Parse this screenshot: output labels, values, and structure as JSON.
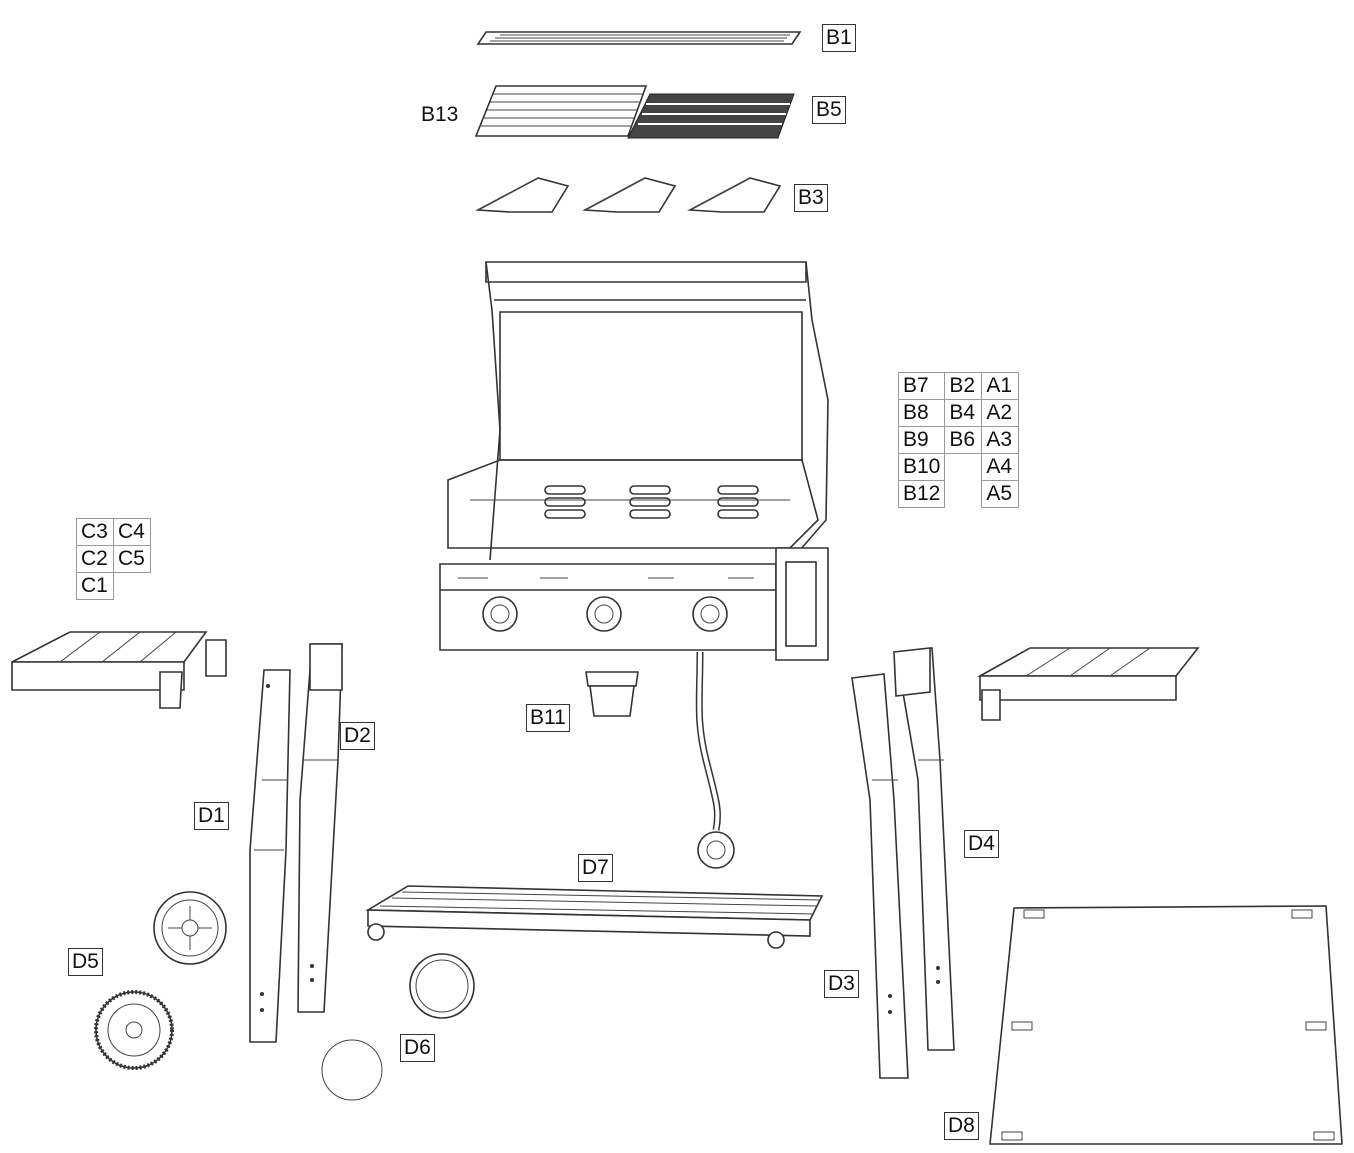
{
  "parts": {
    "b1": "B1",
    "b13": "B13",
    "b5": "B5",
    "b3": "B3",
    "b11": "B11",
    "c_grid": [
      [
        "C3",
        "C4"
      ],
      [
        "C2",
        "C5"
      ],
      [
        "C1",
        ""
      ]
    ],
    "b_a_grid": [
      [
        "B7",
        "B2",
        "A1"
      ],
      [
        "B8",
        "B4",
        "A2"
      ],
      [
        "B9",
        "B6",
        "A3"
      ],
      [
        "B10",
        "",
        "A4"
      ],
      [
        "B12",
        "",
        "A5"
      ]
    ],
    "d1": "D1",
    "d2": "D2",
    "d3": "D3",
    "d4": "D4",
    "d5": "D5",
    "d6": "D6",
    "d7": "D7",
    "d8": "D8"
  }
}
